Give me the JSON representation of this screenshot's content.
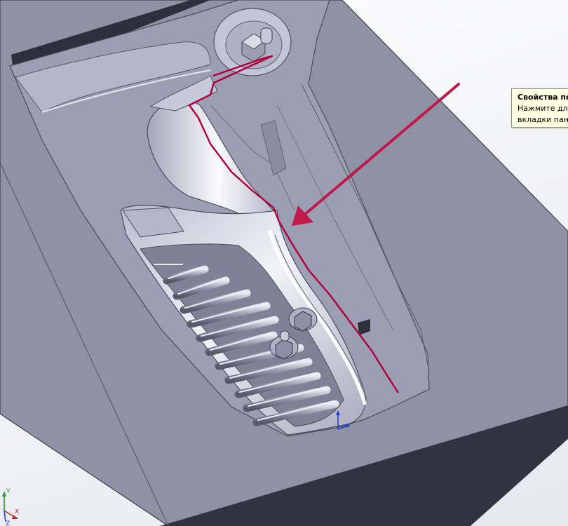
{
  "tooltip": {
    "title": "Свойства пол",
    "line1": "Нажмите для",
    "line2": "вкладки панел"
  },
  "triad": {
    "y_label": "Y",
    "x_label": "X",
    "z_label": "Z"
  },
  "colors": {
    "mold_block": "#8f91a5",
    "cavity_floor": "#9a9db1",
    "part_surface": "#c9ccdc",
    "parting_line": "#b0003a",
    "annotation_arrow": "#c01a4a"
  }
}
